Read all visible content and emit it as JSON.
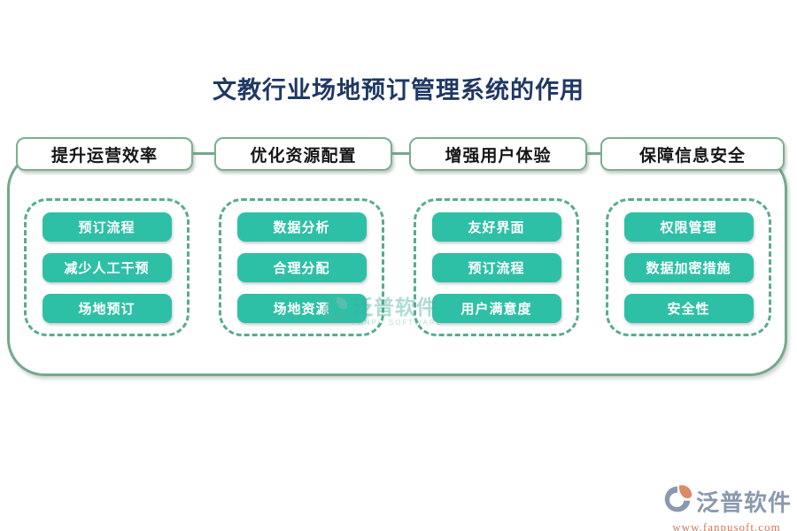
{
  "title": "文教行业场地预订管理系统的作用",
  "columns": [
    {
      "header": "提升运营效率",
      "items": [
        "预订流程",
        "减少人工干预",
        "场地预订"
      ]
    },
    {
      "header": "优化资源配置",
      "items": [
        "数据分析",
        "合理分配",
        "场地资源"
      ]
    },
    {
      "header": "增强用户体验",
      "items": [
        "友好界面",
        "预订流程",
        "用户满意度"
      ]
    },
    {
      "header": "保障信息安全",
      "items": [
        "权限管理",
        "数据加密措施",
        "安全性"
      ]
    }
  ],
  "watermark": {
    "brand": "泛普软件",
    "brand_latin": "FANPU SOFTWARE"
  },
  "footer_logo": {
    "brand": "泛普软件",
    "url": "www.fanpusoft.com"
  },
  "colors": {
    "pill_teal": "#2ec0a6",
    "dashed_border": "#58ab90",
    "header_border": "#7cae8e",
    "frame_border": "#74a98c",
    "title_navy": "#1f3864",
    "logo_gray": "#8a99ad",
    "logo_salmon": "#dd8a66",
    "url_salmon": "#cf7a5e"
  }
}
